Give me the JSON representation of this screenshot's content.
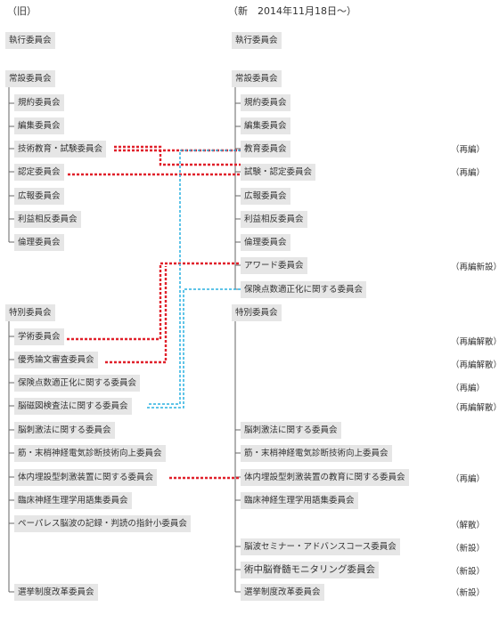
{
  "header": {
    "old": "（旧）",
    "new": "（新　2014年11月18日〜）"
  },
  "old": {
    "executive": "執行委員会",
    "standing": "常設委員会",
    "standing_items": [
      "規約委員会",
      "編集委員会",
      "技術教育・試験委員会",
      "認定委員会",
      "広報委員会",
      "利益相反委員会",
      "倫理委員会"
    ],
    "special": "特別委員会",
    "special_items": [
      "学術委員会",
      "優秀論文審査委員会",
      "保険点数適正化に関する委員会",
      "脳磁図検査法に関する委員会",
      "脳刺激法に関する委員会",
      "筋・末梢神経電気診断技術向上委員会",
      "体内埋設型刺激装置に関する委員会",
      "臨床神経生理学用語集委員会",
      "ペーパレス脳波の記録・判読の指針小委員会"
    ],
    "election": "選挙制度改革委員会"
  },
  "new": {
    "executive": "執行委員会",
    "standing": "常設委員会",
    "standing_items": [
      "規約委員会",
      "編集委員会",
      "教育委員会",
      "試験・認定委員会",
      "広報委員会",
      "利益相反委員会",
      "倫理委員会",
      "アワード委員会",
      "保険点数適正化に関する委員会"
    ],
    "special": "特別委員会",
    "special_items": [
      "脳刺激法に関する委員会",
      "筋・末梢神経電気診断技術向上委員会",
      "体内埋設型刺激装置の教育に関する委員会",
      "臨床神経生理学用語集委員会",
      "脳波セミナー・アドバンスコース委員会",
      "術中脳脊髄モニタリング委員会"
    ],
    "election": "選挙制度改革委員会"
  },
  "notes": [
    "（再編）",
    "（再編）",
    "（再編新設）",
    "（再編解散）",
    "（再編解散）",
    "（再編）",
    "（再編解散）",
    "（再編）",
    "（解散）",
    "（新設）",
    "（新設）",
    "（新設）"
  ],
  "colors": {
    "red": "#e0202a",
    "blue": "#2ab0e0",
    "tree": "#666666",
    "box": "#e6e6e6"
  }
}
